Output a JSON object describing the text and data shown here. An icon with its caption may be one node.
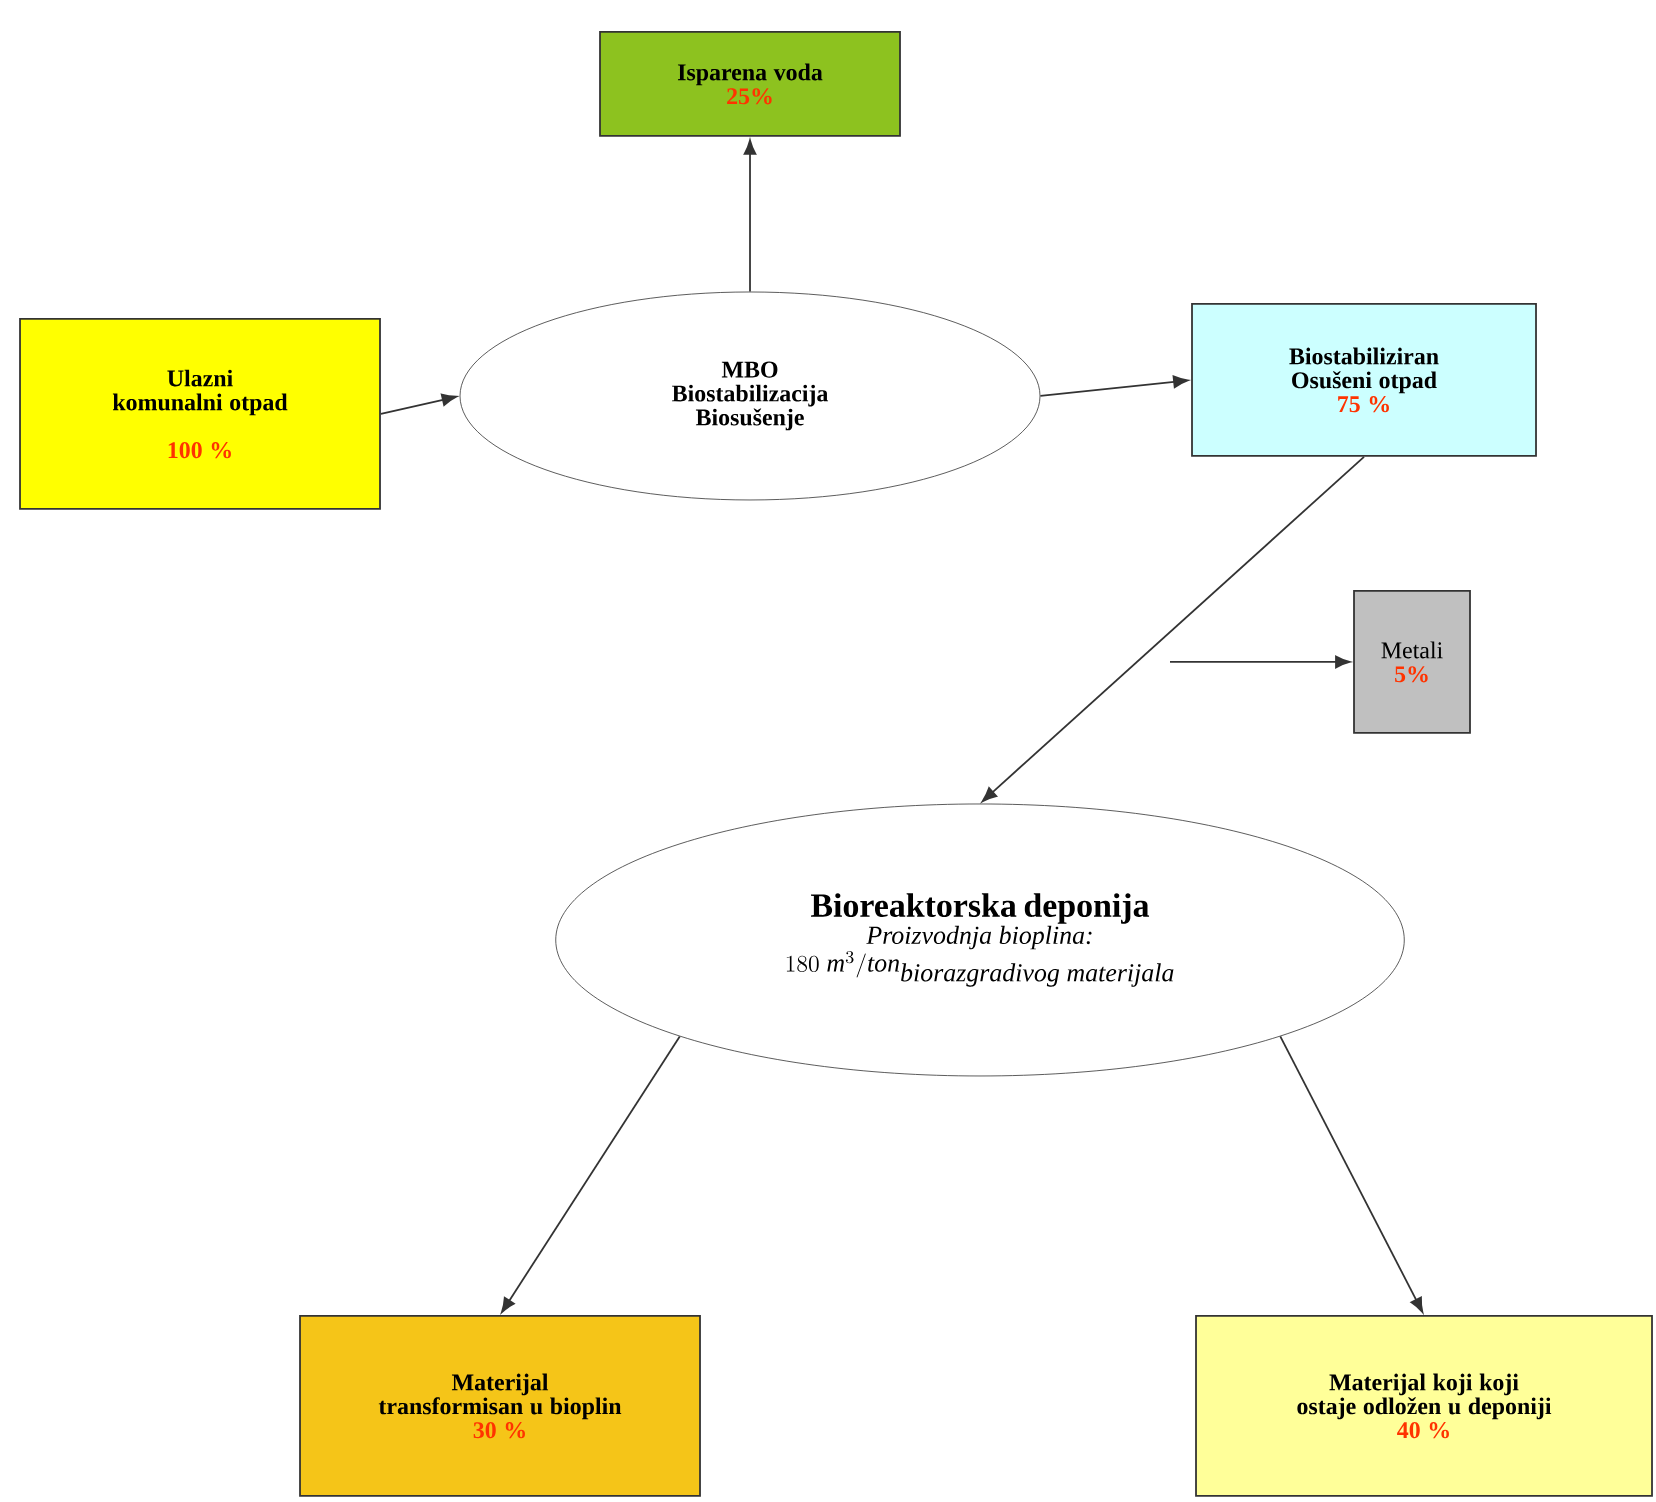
{
  "diagram": {
    "nodes": [
      {
        "text": [
          "Isparena voda",
          "25%"
        ]
      },
      {
        "text": [
          "Ulazni komunalni otpad",
          "100 %"
        ]
      },
      {
        "text": [
          "MBO",
          "Biostabilizacija",
          "Biosušenje"
        ]
      },
      {
        "text": [
          "Biostabiliziran Osušeni otpad",
          "75 %"
        ]
      },
      {
        "text": [
          "Metali",
          "5%"
        ]
      },
      {
        "text": [
          "Bioreaktorska deponija",
          "Proizvodnja bioplina:",
          "180\\ \\mathit{m}^{3}/\\mathit{ton}_{\\textit{biorazgradivog materijala}}"
        ]
      },
      {
        "text": [
          "Materijal transformisan u bioplin",
          "30 %"
        ]
      },
      {
        "text": [
          "Materijal koji koji ostaje odložen u deponiji",
          "40 %"
        ]
      }
    ],
    "edges": [
      {
        "from": 2,
        "to": 0,
        "arrow": "to"
      },
      {
        "from": 1,
        "to": 2,
        "arrow": "to"
      },
      {
        "from": 2,
        "to": 3,
        "arrow": "to"
      },
      {
        "from": 3,
        "to": 5,
        "arrow": "to"
      },
      {
        "from": null,
        "to": 4,
        "arrow": "to"
      },
      {
        "from": 5,
        "to": 6,
        "arrow": "to"
      },
      {
        "from": 5,
        "to": 7,
        "arrow": "to"
      }
    ]
  }
}
